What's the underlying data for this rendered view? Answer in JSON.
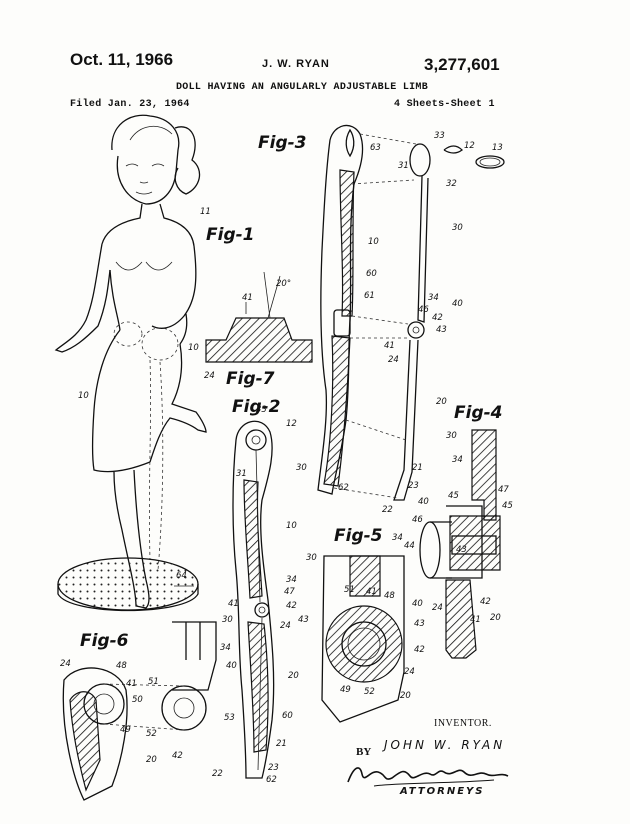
{
  "header": {
    "date": "Oct. 11, 1966",
    "inventor": "J. W. RYAN",
    "patent_number": "3,277,601",
    "title": "DOLL HAVING AN ANGULARLY ADJUSTABLE LIMB",
    "filed": "Filed Jan. 23, 1964",
    "sheets": "4 Sheets-Sheet 1"
  },
  "figures": {
    "fig1": "Fig-1",
    "fig2": "Fig-2",
    "fig3": "Fig-3",
    "fig4": "Fig-4",
    "fig5": "Fig-5",
    "fig6": "Fig-6",
    "fig7": "Fig-7"
  },
  "angle_label": "20°",
  "refs": [
    "10",
    "11",
    "12",
    "13",
    "20",
    "21",
    "22",
    "23",
    "24",
    "30",
    "31",
    "32",
    "33",
    "34",
    "40",
    "41",
    "42",
    "43",
    "44",
    "45",
    "46",
    "47",
    "48",
    "49",
    "50",
    "51",
    "52",
    "53",
    "60",
    "61",
    "62",
    "63",
    "64"
  ],
  "footer": {
    "inventor_label": "INVENTOR.",
    "by": "BY",
    "inventor_name": "JOHN W. RYAN",
    "signature": "Hengy & Walsh",
    "attorneys": "ATTORNEYS"
  }
}
